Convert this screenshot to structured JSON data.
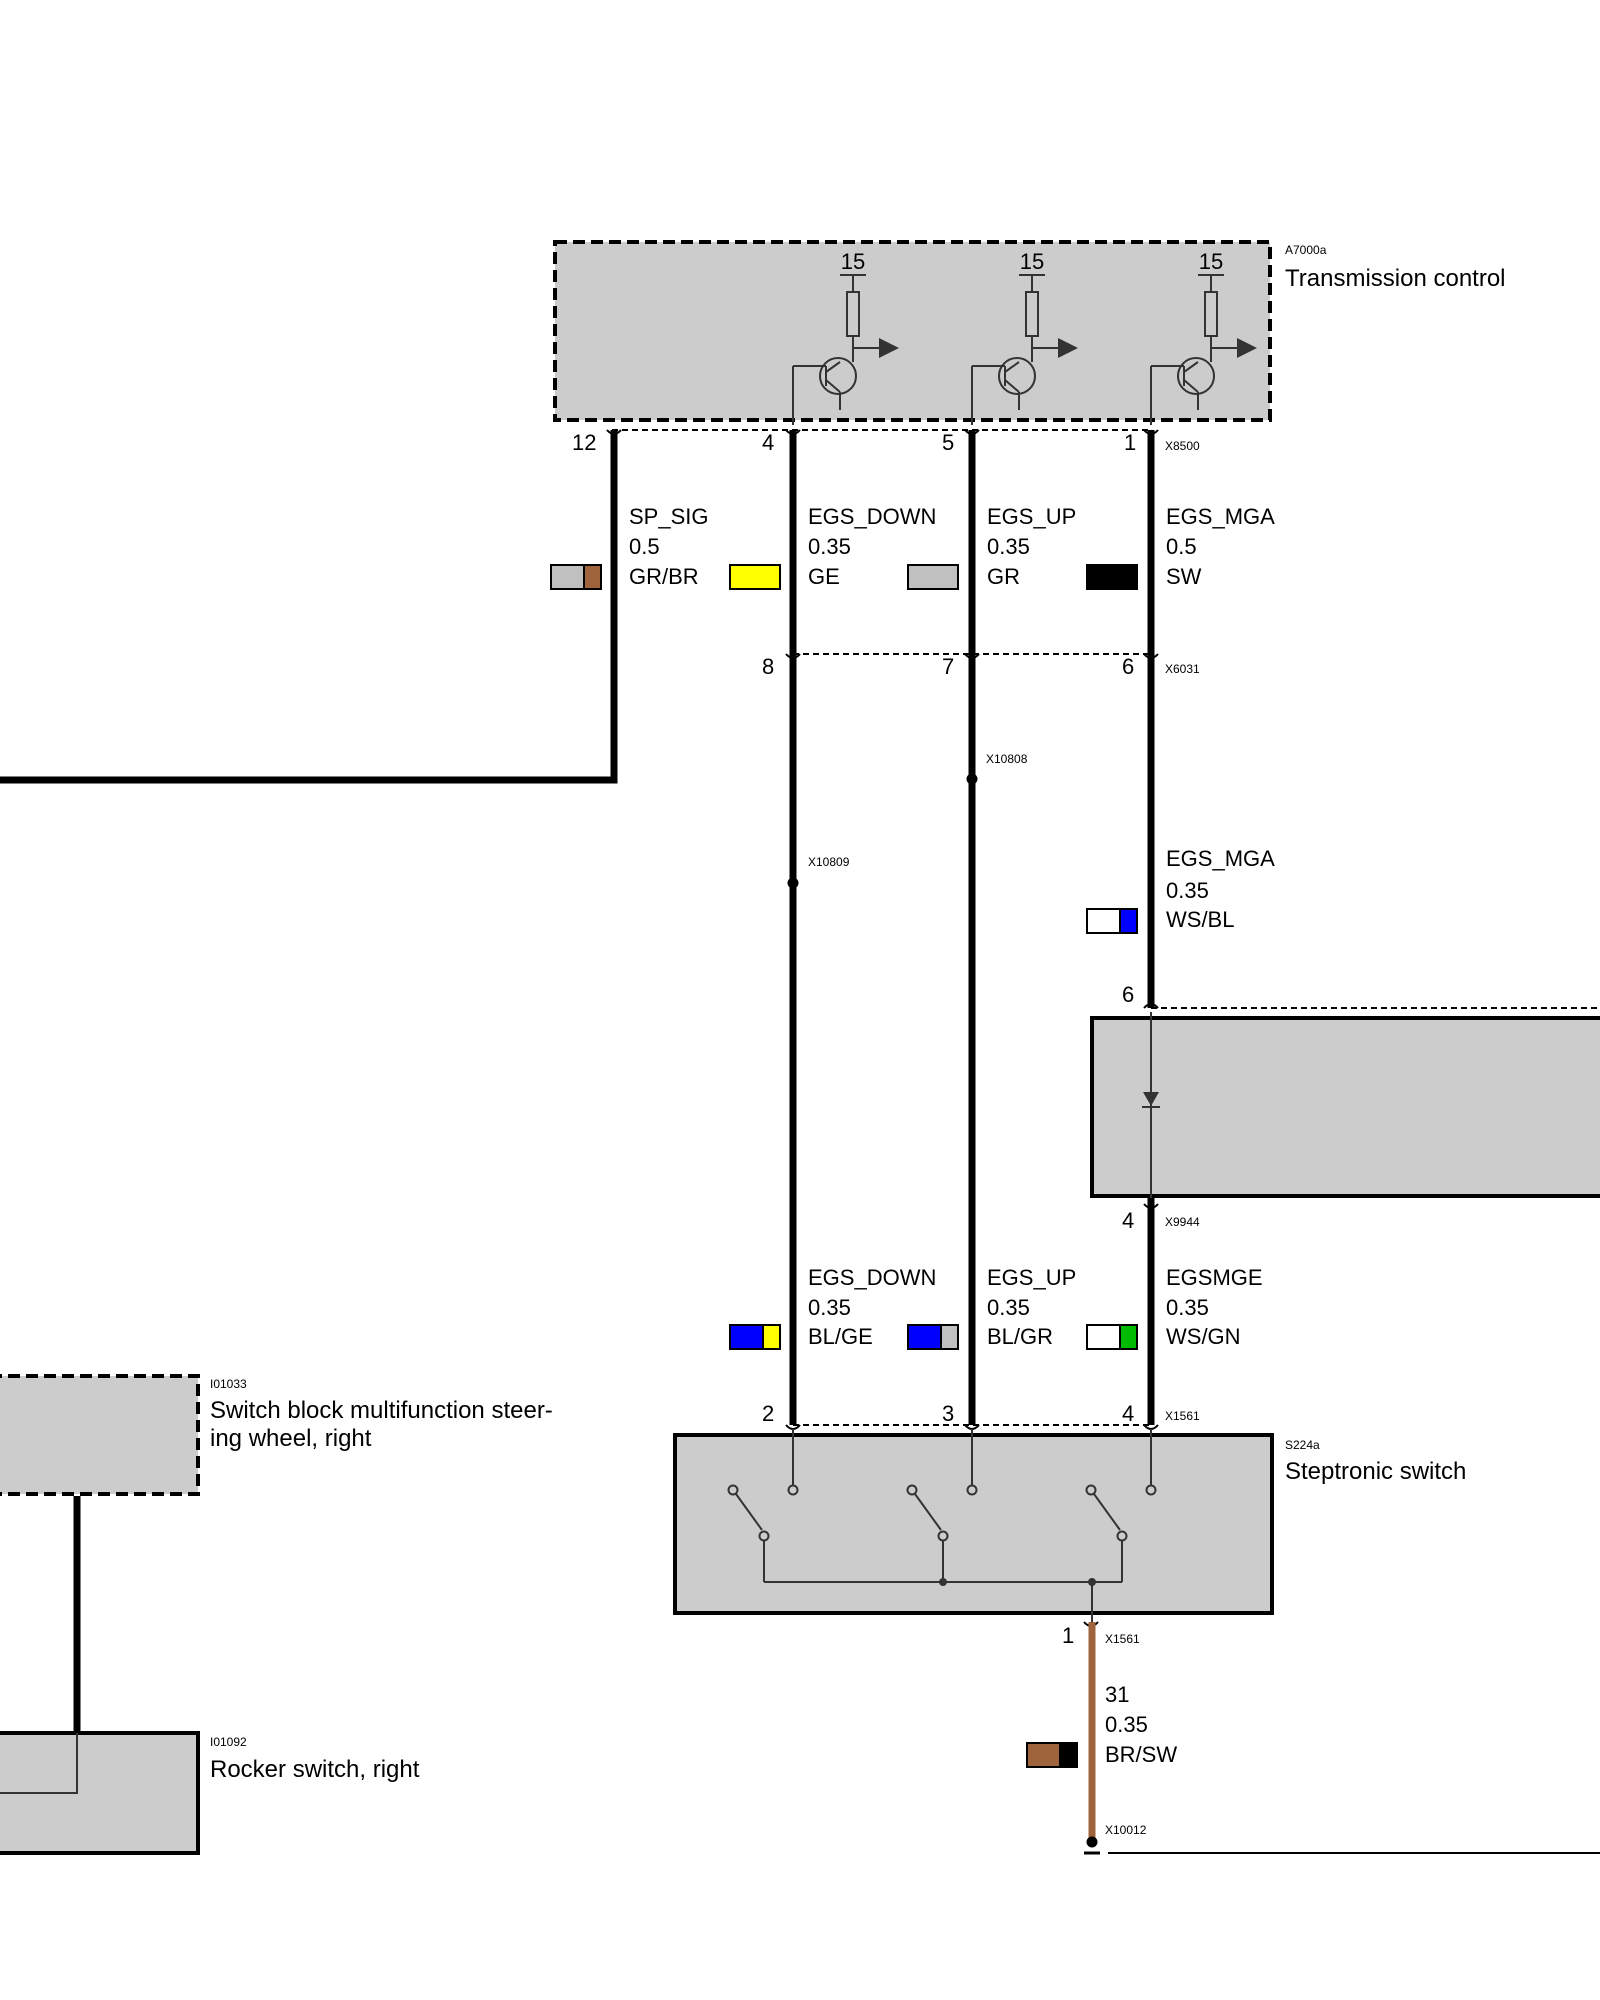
{
  "components": {
    "transmission_control": {
      "id": "A7000a",
      "name": "Transmission control",
      "supply_labels": [
        "15",
        "15",
        "15"
      ]
    },
    "steptronic_switch": {
      "id": "S224a",
      "name": "Steptronic switch"
    },
    "switch_block": {
      "id": "I01033",
      "name_line1": "Switch block multifunction steer-",
      "name_line2": "ing wheel, right"
    },
    "rocker_switch": {
      "id": "I01092",
      "name": "Rocker switch, right"
    }
  },
  "connectors": {
    "x8500": "X8500",
    "x6031": "X6031",
    "x10808": "X10808",
    "x10809": "X10809",
    "x9944": "X9944",
    "x1561_top": "X1561",
    "x1561_bottom": "X1561",
    "x10012": "X10012"
  },
  "pins": {
    "a7000_sp": "12",
    "a7000_down": "4",
    "a7000_up": "5",
    "a7000_mga": "1",
    "x6031_down": "8",
    "x6031_up": "7",
    "x6031_mga": "6",
    "mid_in": "6",
    "mid_out": "4",
    "s224_down": "2",
    "s224_up": "3",
    "s224_mge": "4",
    "s224_gnd": "1"
  },
  "wires": {
    "sp_sig": {
      "signal": "SP_SIG",
      "size": "0.5",
      "color": "GR/BR",
      "swatch": [
        "#c0c0c0",
        "#a0643c"
      ]
    },
    "egs_down_top": {
      "signal": "EGS_DOWN",
      "size": "0.35",
      "color": "GE",
      "swatch": [
        "#ffff00",
        "#ffff00"
      ]
    },
    "egs_up_top": {
      "signal": "EGS_UP",
      "size": "0.35",
      "color": "GR",
      "swatch": [
        "#c0c0c0",
        "#c0c0c0"
      ]
    },
    "egs_mga_top": {
      "signal": "EGS_MGA",
      "size": "0.5",
      "color": "SW",
      "swatch": [
        "#000000",
        "#000000"
      ]
    },
    "egs_mga_mid": {
      "signal": "EGS_MGA",
      "size": "0.35",
      "color": "WS/BL",
      "swatch": [
        "#ffffff",
        "#0000ff"
      ]
    },
    "egs_down_bot": {
      "signal": "EGS_DOWN",
      "size": "0.35",
      "color": "BL/GE",
      "swatch": [
        "#0000ff",
        "#ffff00"
      ]
    },
    "egs_up_bot": {
      "signal": "EGS_UP",
      "size": "0.35",
      "color": "BL/GR",
      "swatch": [
        "#0000ff",
        "#c0c0c0"
      ]
    },
    "egsmge_bot": {
      "signal": "EGSMGE",
      "size": "0.35",
      "color": "WS/GN",
      "swatch": [
        "#ffffff",
        "#00bb00"
      ]
    },
    "ground": {
      "signal": "31",
      "size": "0.35",
      "color": "BR/SW",
      "swatch": [
        "#a0643c",
        "#000000"
      ]
    }
  },
  "colors": {
    "component_fill": "#cccccc",
    "wire": "#000000",
    "ground_wire": "#a0643c"
  }
}
